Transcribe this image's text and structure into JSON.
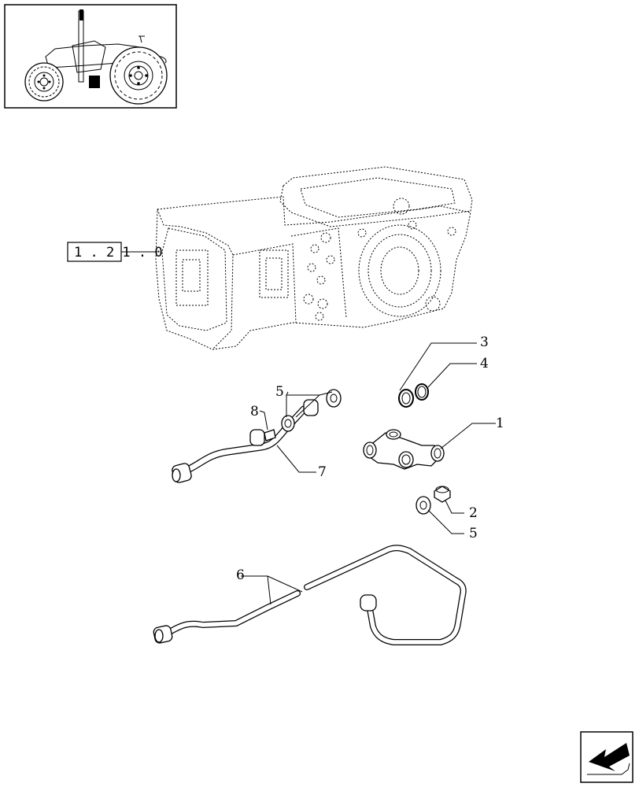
{
  "reference_box": {
    "text": "1 . 2 1 . 0"
  },
  "callouts": [
    {
      "id": "1",
      "text": "1"
    },
    {
      "id": "2",
      "text": "2"
    },
    {
      "id": "3",
      "text": "3"
    },
    {
      "id": "4",
      "text": "4"
    },
    {
      "id": "5a",
      "text": "5"
    },
    {
      "id": "5b",
      "text": "5"
    },
    {
      "id": "6",
      "text": "6"
    },
    {
      "id": "7",
      "text": "7"
    },
    {
      "id": "8",
      "text": "8"
    }
  ],
  "icons": {
    "thumbnail": "tractor-thumbnail-icon",
    "navigation": "previous-page-arrow-icon"
  }
}
